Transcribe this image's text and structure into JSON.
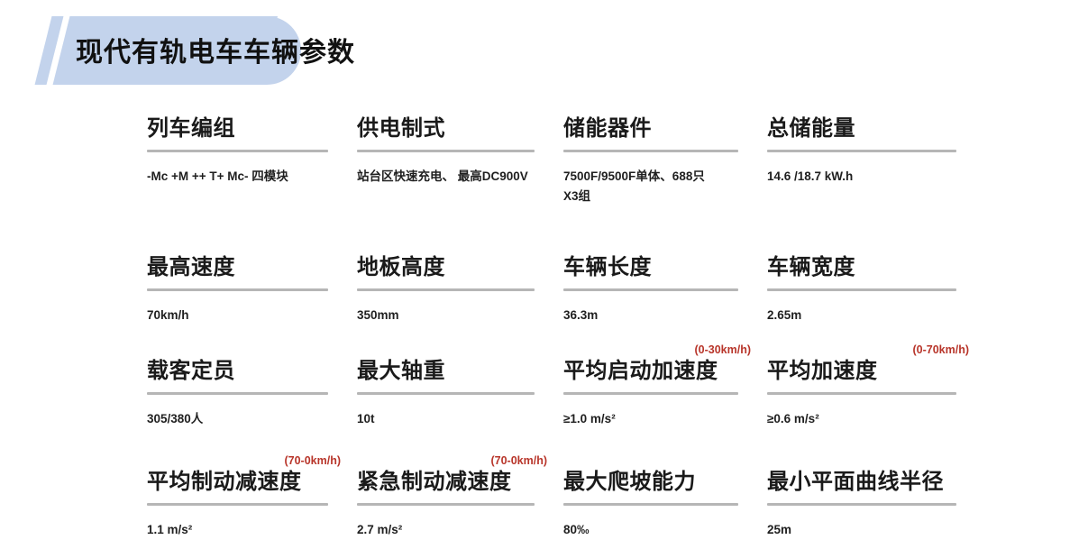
{
  "header": {
    "title": "现代有轨电车车辆参数",
    "accent_color": "#c3d3ec"
  },
  "theme": {
    "annotation_color": "#b8352a",
    "rule_color": "#b6b6b6",
    "text_color": "#1a1a1a"
  },
  "spec_table": {
    "columns": 4,
    "rows": [
      [
        {
          "title": "列车编组",
          "annotation": "",
          "value": "-Mc +M ++ T+ Mc- 四模块"
        },
        {
          "title": "供电制式",
          "annotation": "",
          "value": "站台区快速充电、 最高DC900V"
        },
        {
          "title": "储能器件",
          "annotation": "",
          "value": "7500F/9500F单体、688只\n X3组"
        },
        {
          "title": "总储能量",
          "annotation": "",
          "value": "14.6 /18.7 kW.h"
        }
      ],
      [
        {
          "title": "最高速度",
          "annotation": "",
          "value": "70km/h"
        },
        {
          "title": "地板高度",
          "annotation": "",
          "value": "350mm"
        },
        {
          "title": "车辆长度",
          "annotation": "",
          "value": "36.3m"
        },
        {
          "title": "车辆宽度",
          "annotation": "",
          "value": "2.65m"
        }
      ],
      [
        {
          "title": "载客定员",
          "annotation": "",
          "value": "305/380人"
        },
        {
          "title": "最大轴重",
          "annotation": "",
          "value": "10t"
        },
        {
          "title": "平均启动加速度",
          "annotation": "(0-30km/h)",
          "value": "≥1.0 m/s²"
        },
        {
          "title": "平均加速度",
          "annotation": "(0-70km/h)",
          "value": "≥0.6 m/s²"
        }
      ],
      [
        {
          "title": "平均制动减速度",
          "annotation": "(70-0km/h)",
          "value": "1.1 m/s²"
        },
        {
          "title": "紧急制动减速度",
          "annotation": "(70-0km/h)",
          "value": "2.7 m/s²"
        },
        {
          "title": "最大爬坡能力",
          "annotation": "",
          "value": "80‰"
        },
        {
          "title": "最小平面曲线半径",
          "annotation": "",
          "value": "25m"
        }
      ]
    ]
  }
}
